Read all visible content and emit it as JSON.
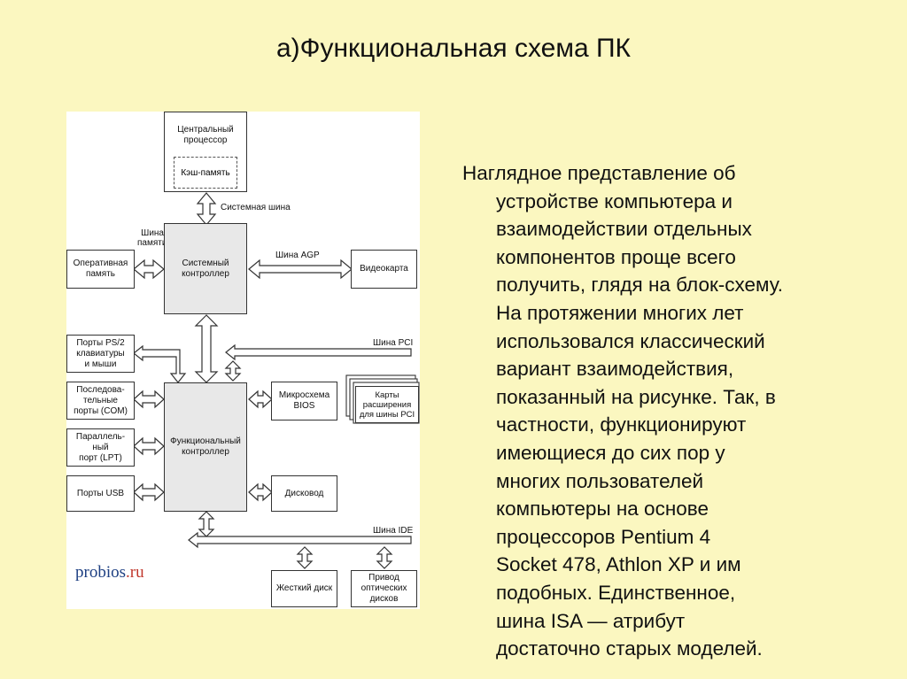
{
  "title": "а)Функциональная схема ПК",
  "diagram": {
    "cpu": "Центральный\nпроцессор",
    "cache": "Кэш-память",
    "system_bus": "Системная шина",
    "memory_bus": "Шина\nпамяти",
    "ram": "Оперативная\nпамять",
    "system_controller": "Системный\nконтроллер",
    "agp_bus": "Шина AGP",
    "video_card": "Видеокарта",
    "pci_bus": "Шина PCI",
    "ps2_ports": "Порты PS/2\nклавиатуры\nи мыши",
    "serial_ports": "Последова-\nтельные\nпорты (COM)",
    "parallel_port": "Параллель-\nный\nпорт (LPT)",
    "usb_ports": "Порты USB",
    "functional_controller": "Функциональный\nконтроллер",
    "bios": "Микросхема\nBIOS",
    "pci_cards": "Карты\nрасширения\nдля шины PCI",
    "disk_drive": "Дисковод",
    "ide_bus": "Шина IDE",
    "hard_disk": "Жесткий диск",
    "optical_drive": "Привод\nоптических\nдисков",
    "watermark_a": "probios",
    "watermark_b": ".ru"
  },
  "text_lines": [
    "Наглядное представление об",
    "устройстве компьютера и",
    "взаимодействии отдельных",
    "компонентов проще всего",
    "получить, глядя на блок-схему.",
    "На протяжении многих лет",
    "использовался классический",
    "вариант взаимодействия,",
    "показанный на рисунке. Так, в",
    "частности, функционируют",
    "имеющиеся до сих пор у",
    "многих пользователей",
    "компьютеры на основе",
    "процессоров Pentium 4",
    "Socket 478, Athlon XP и им",
    "подобных. Единственное,",
    "шина ISA — атрибут",
    "достаточно старых моделей."
  ]
}
